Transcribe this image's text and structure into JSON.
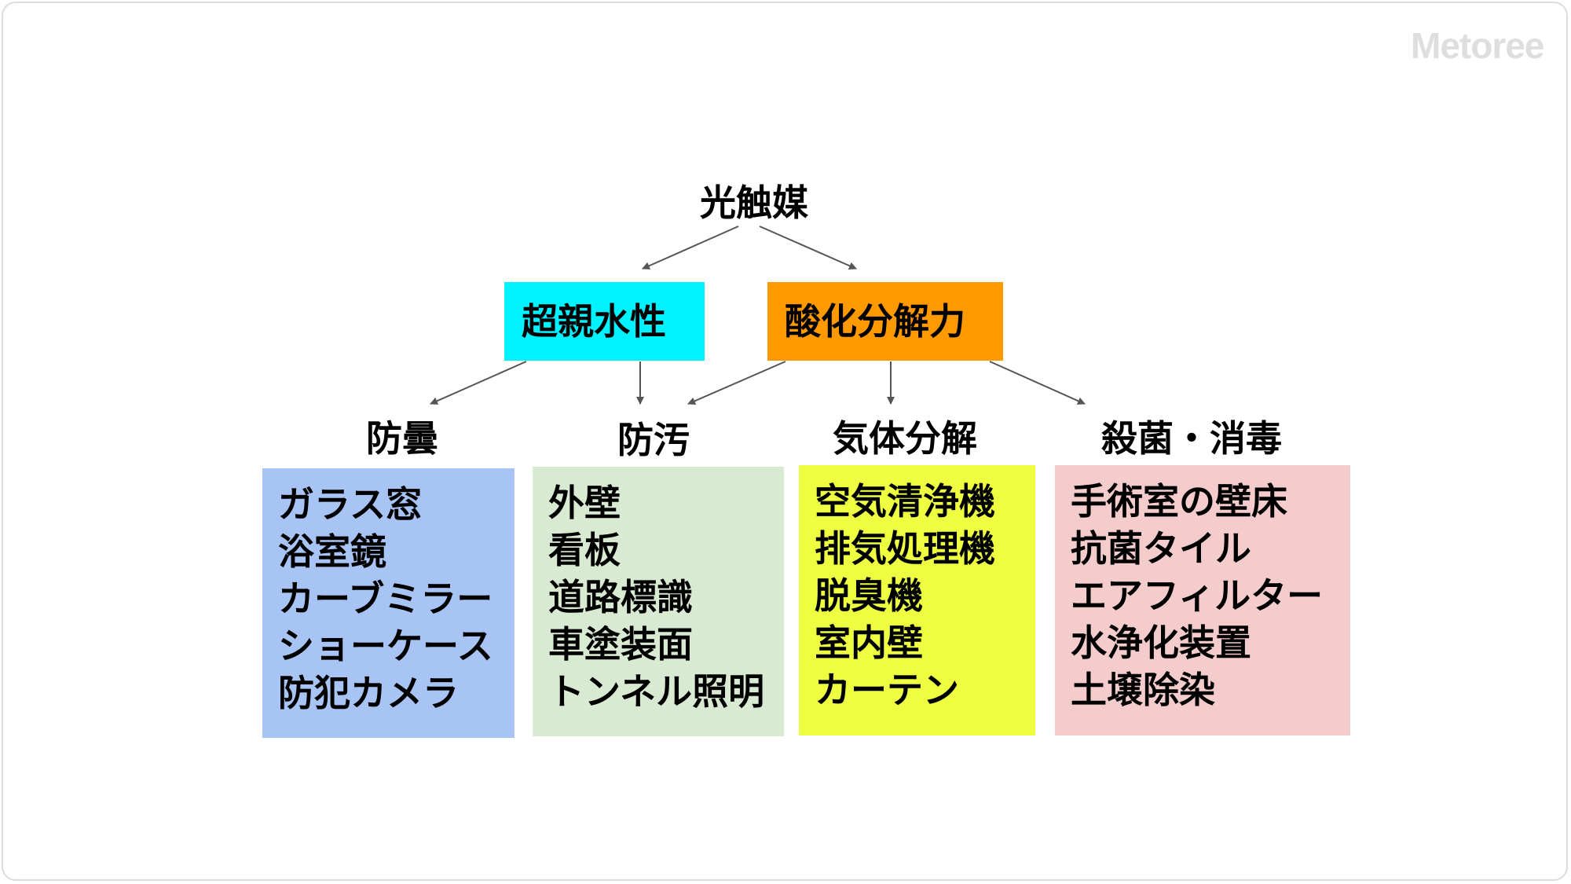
{
  "watermark": "Metoree",
  "root": "光触媒",
  "mechanisms": [
    {
      "label": "超親水性",
      "color": "#00f2ff"
    },
    {
      "label": "酸化分解力",
      "color": "#ff9900"
    }
  ],
  "categories": [
    {
      "title": "防曇",
      "color": "#a8c4f4",
      "items": [
        "ガラス窓",
        "浴室鏡",
        "カーブミラー",
        "ショーケース",
        "防犯カメラ"
      ]
    },
    {
      "title": "防汚",
      "color": "#d9ead3",
      "items": [
        "外壁",
        "看板",
        "道路標識",
        "車塗装面",
        "トンネル照明"
      ]
    },
    {
      "title": "気体分解",
      "color": "#eeff41",
      "items": [
        "空気清浄機",
        "排気処理機",
        "脱臭機",
        "室内壁",
        "カーテン"
      ]
    },
    {
      "title": "殺菌・消毒",
      "color": "#f4cccc",
      "items": [
        "手術室の壁床",
        "抗菌タイル",
        "エアフィルター",
        "水浄化装置",
        "土壌除染"
      ]
    }
  ],
  "arrow_color": "#555555"
}
